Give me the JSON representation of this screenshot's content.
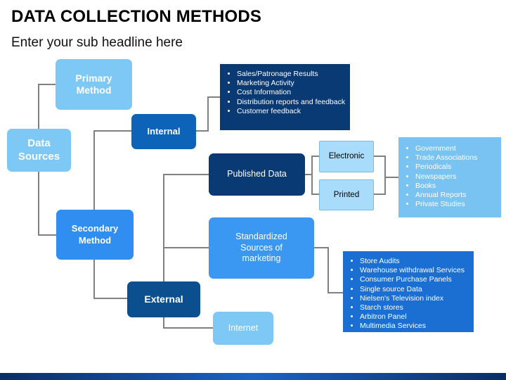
{
  "header": {
    "title": "DATA COLLECTION METHODS",
    "subtitle": "Enter your sub headline here"
  },
  "nodes": {
    "data_sources": "Data\nSources",
    "primary_method": "Primary\nMethod",
    "secondary_method": "Secondary\nMethod",
    "internal": "Internal",
    "external": "External",
    "published_data": "Published Data",
    "standardized": "Standardized\nSources of\nmarketing",
    "internet": "Internet",
    "electronic": "Electronic",
    "printed": "Printed"
  },
  "lists": {
    "internal_items": [
      "Sales/Patronage Results",
      "Marketing Activity",
      "Cost Information",
      "Distribution reports and feedback",
      "Customer feedback"
    ],
    "published_items": [
      "Government",
      "Trade Associations",
      "Periodicals",
      "Newspapers",
      "Books",
      "Annual Reports",
      "Private Studies"
    ],
    "standardized_items": [
      "Store Audits",
      "Warehouse withdrawal Services",
      "Consumer Purchase Panels",
      "Single source Data",
      "Nielsen's Television index",
      "Starch stores",
      "Arbitron Panel",
      "Multimedia Services"
    ]
  },
  "colors": {
    "connector": "#808080",
    "light_blue": "#7ec8f5",
    "mid_blue": "#2f8ef0",
    "deep_blue": "#0d63b8",
    "navy": "#0a3a73"
  }
}
